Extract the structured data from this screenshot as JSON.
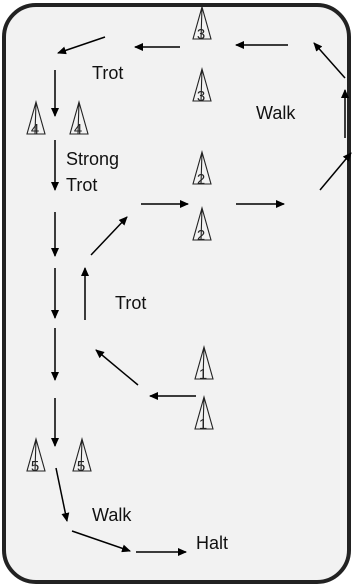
{
  "labels": {
    "trot_top": "Trot",
    "walk_right": "Walk",
    "strong": "Strong",
    "strong_trot": "Trot",
    "trot_mid": "Trot",
    "walk_bottom": "Walk",
    "halt": "Halt"
  },
  "cones": {
    "c3a": "3",
    "c3b": "3",
    "c4a": "4",
    "c4b": "4",
    "c2a": "2",
    "c2b": "2",
    "c1a": "1",
    "c1b": "1",
    "c5a": "5",
    "c5b": "5"
  },
  "colors": {
    "arena_fill": "#f2f2f2",
    "arena_border": "#222222",
    "line": "#000000"
  }
}
